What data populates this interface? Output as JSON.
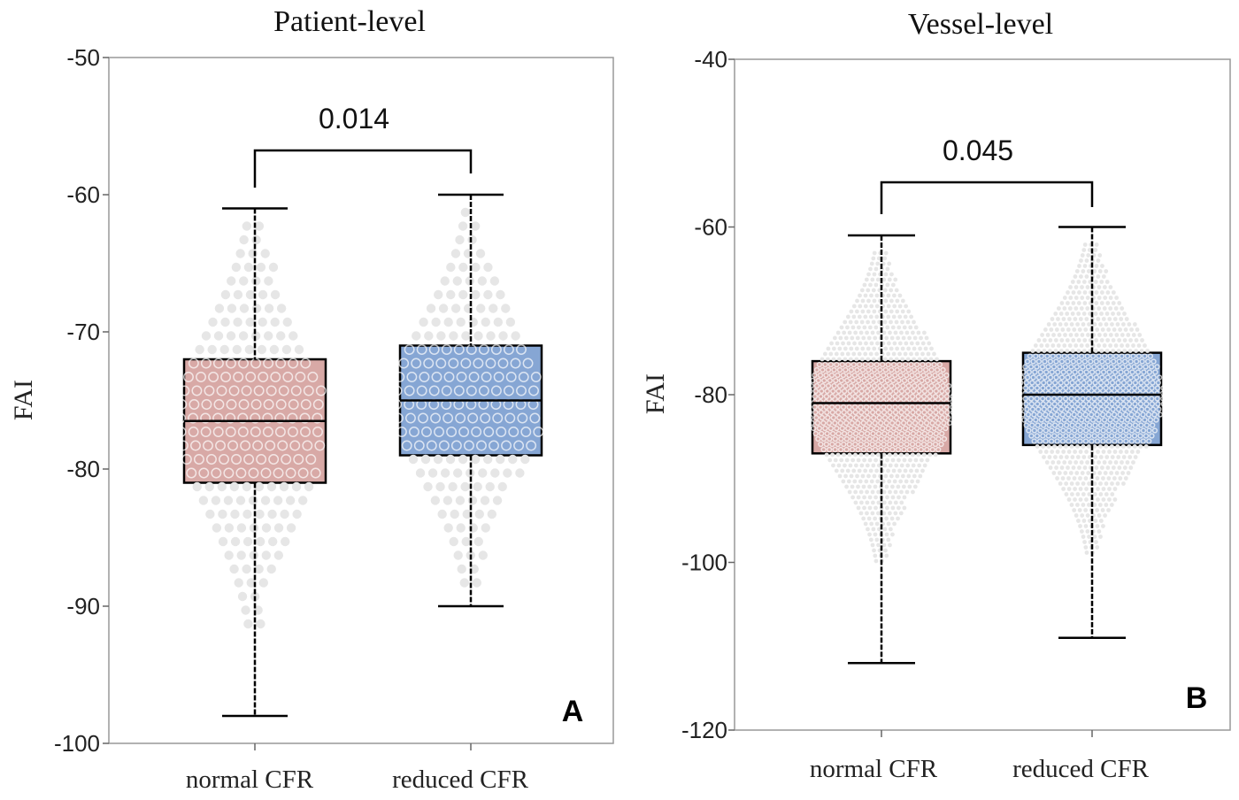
{
  "chart_data": [
    {
      "type": "box",
      "title": "Patient-level",
      "ylabel": "FAI",
      "ylim": [
        -100,
        -50
      ],
      "yticks": [
        -50,
        -60,
        -70,
        -80,
        -90,
        -100
      ],
      "categories": [
        "normal CFR",
        "reduced CFR"
      ],
      "colors": [
        "#d8a9a6",
        "#86a6d4"
      ],
      "boxes": [
        {
          "whisker_high": -61,
          "q3": -72,
          "median": -76.5,
          "q1": -81,
          "whisker_low": -98
        },
        {
          "whisker_high": -60,
          "q3": -71,
          "median": -75,
          "q1": -79,
          "whisker_low": -90
        }
      ],
      "p_value": "0.014",
      "panel_label": "A",
      "grid": false
    },
    {
      "type": "box",
      "title": "Vessel-level",
      "ylabel": "FAI",
      "ylim": [
        -120,
        -40
      ],
      "yticks": [
        -40,
        -60,
        -80,
        -100,
        -120
      ],
      "categories": [
        "normal CFR",
        "reduced CFR"
      ],
      "colors": [
        "#d8a9a6",
        "#86a6d4"
      ],
      "boxes": [
        {
          "whisker_high": -61,
          "q3": -76,
          "median": -81,
          "q1": -87,
          "whisker_low": -112
        },
        {
          "whisker_high": -60,
          "q3": -75,
          "median": -80,
          "q1": -86,
          "whisker_low": -109
        }
      ],
      "p_value": "0.045",
      "panel_label": "B",
      "grid": false
    }
  ]
}
